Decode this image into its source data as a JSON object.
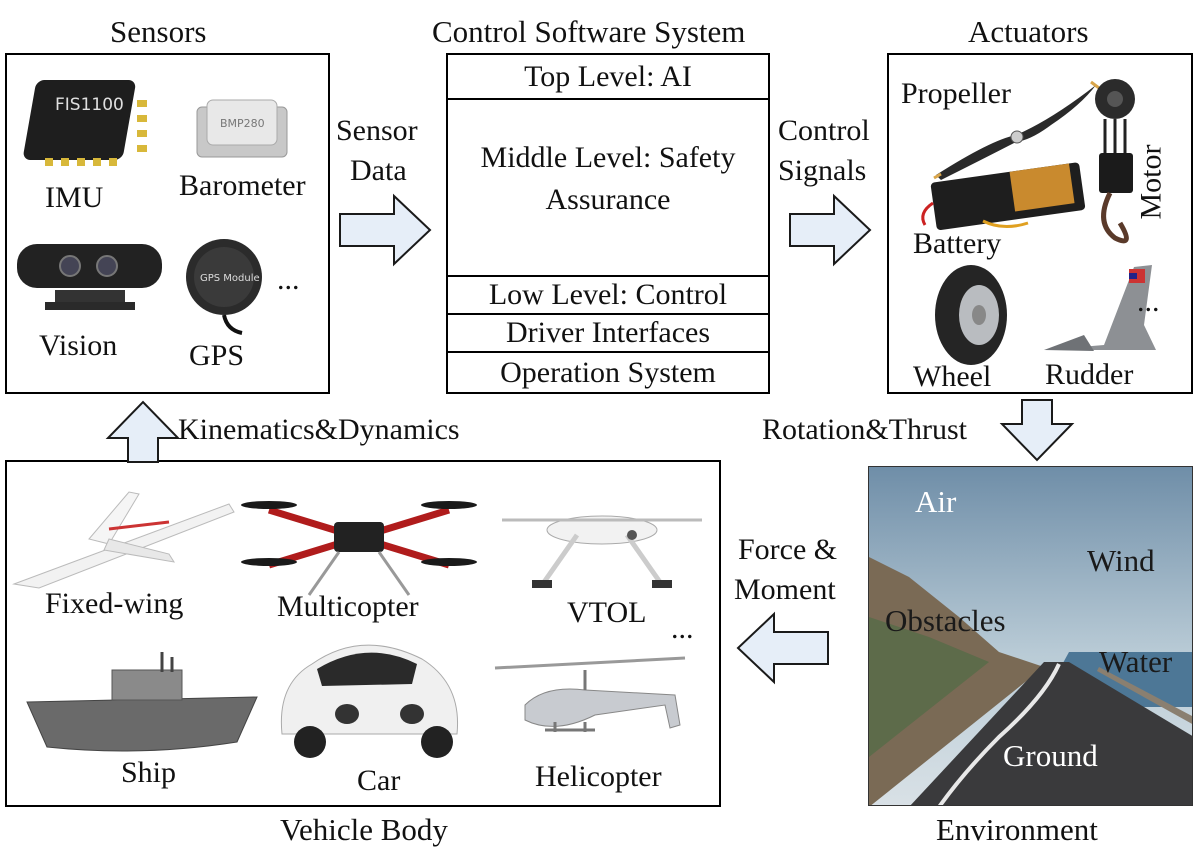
{
  "sensors": {
    "title": "Sensors",
    "items": [
      "IMU",
      "Barometer",
      "Vision",
      "GPS"
    ],
    "chip_text": "FIS1100",
    "gps_text": "GPS Module",
    "ellipsis": "..."
  },
  "control": {
    "title": "Control Software System",
    "layers": {
      "top": "Top Level: AI",
      "middle": "Middle Level: Safety Assurance",
      "low": "Low Level: Control",
      "driver": "Driver Interfaces",
      "os": "Operation System"
    }
  },
  "actuators": {
    "title": "Actuators",
    "items": [
      "Propeller",
      "Motor",
      "Battery",
      "Wheel",
      "Rudder"
    ],
    "ellipsis": "..."
  },
  "arrows": {
    "sensor_data": [
      "Sensor",
      "Data"
    ],
    "control_signals": [
      "Control",
      "Signals"
    ],
    "rotation_thrust": "Rotation&Thrust",
    "force_moment": [
      "Force &",
      "Moment"
    ],
    "kinematics": "Kinematics&Dynamics"
  },
  "vehicle": {
    "title": "Vehicle Body",
    "items": [
      "Fixed-wing",
      "Multicopter",
      "VTOL",
      "Ship",
      "Car",
      "Helicopter"
    ],
    "ellipsis": "..."
  },
  "environment": {
    "title": "Environment",
    "items": [
      "Air",
      "Wind",
      "Obstacles",
      "Water",
      "Ground"
    ]
  },
  "colors": {
    "arrow_fill": "#e6eef8",
    "frame": "#000000",
    "sky_top": "#6f8ea8",
    "road": "#3a3a3c"
  }
}
